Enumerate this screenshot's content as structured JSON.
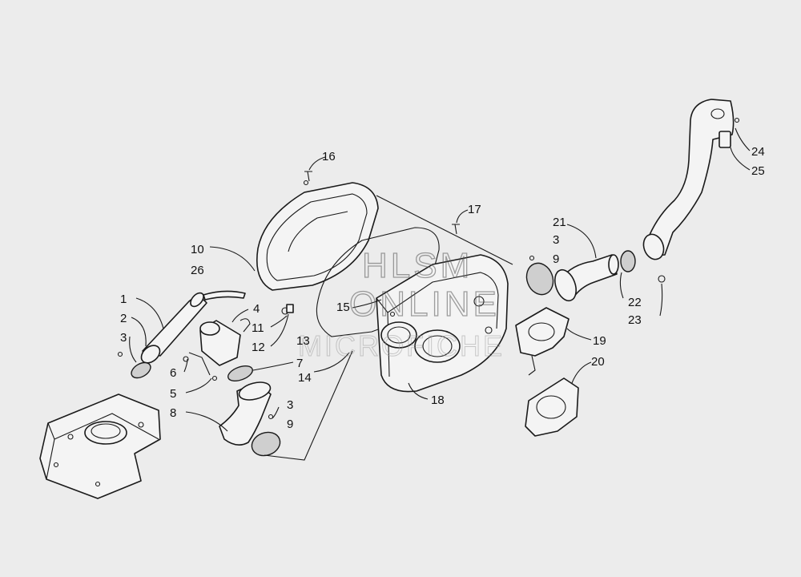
{
  "watermark": {
    "line1": "HLSM",
    "line2": "ONLINE",
    "line3": "MICROFICHE"
  },
  "callouts": {
    "c1": "1",
    "c2": "2",
    "c3a": "3",
    "c4": "4",
    "c5": "5",
    "c6": "6",
    "c7": "7",
    "c8": "8",
    "c3b": "3",
    "c9b": "9",
    "c10": "10",
    "c11": "11",
    "c12": "12",
    "c13": "13",
    "c14": "14",
    "c15": "15",
    "c16": "16",
    "c17": "17",
    "c18": "18",
    "c19": "19",
    "c20": "20",
    "c21": "21",
    "c3c": "3",
    "c9c": "9",
    "c22": "22",
    "c23": "23",
    "c24": "24",
    "c25": "25",
    "c26": "26"
  }
}
